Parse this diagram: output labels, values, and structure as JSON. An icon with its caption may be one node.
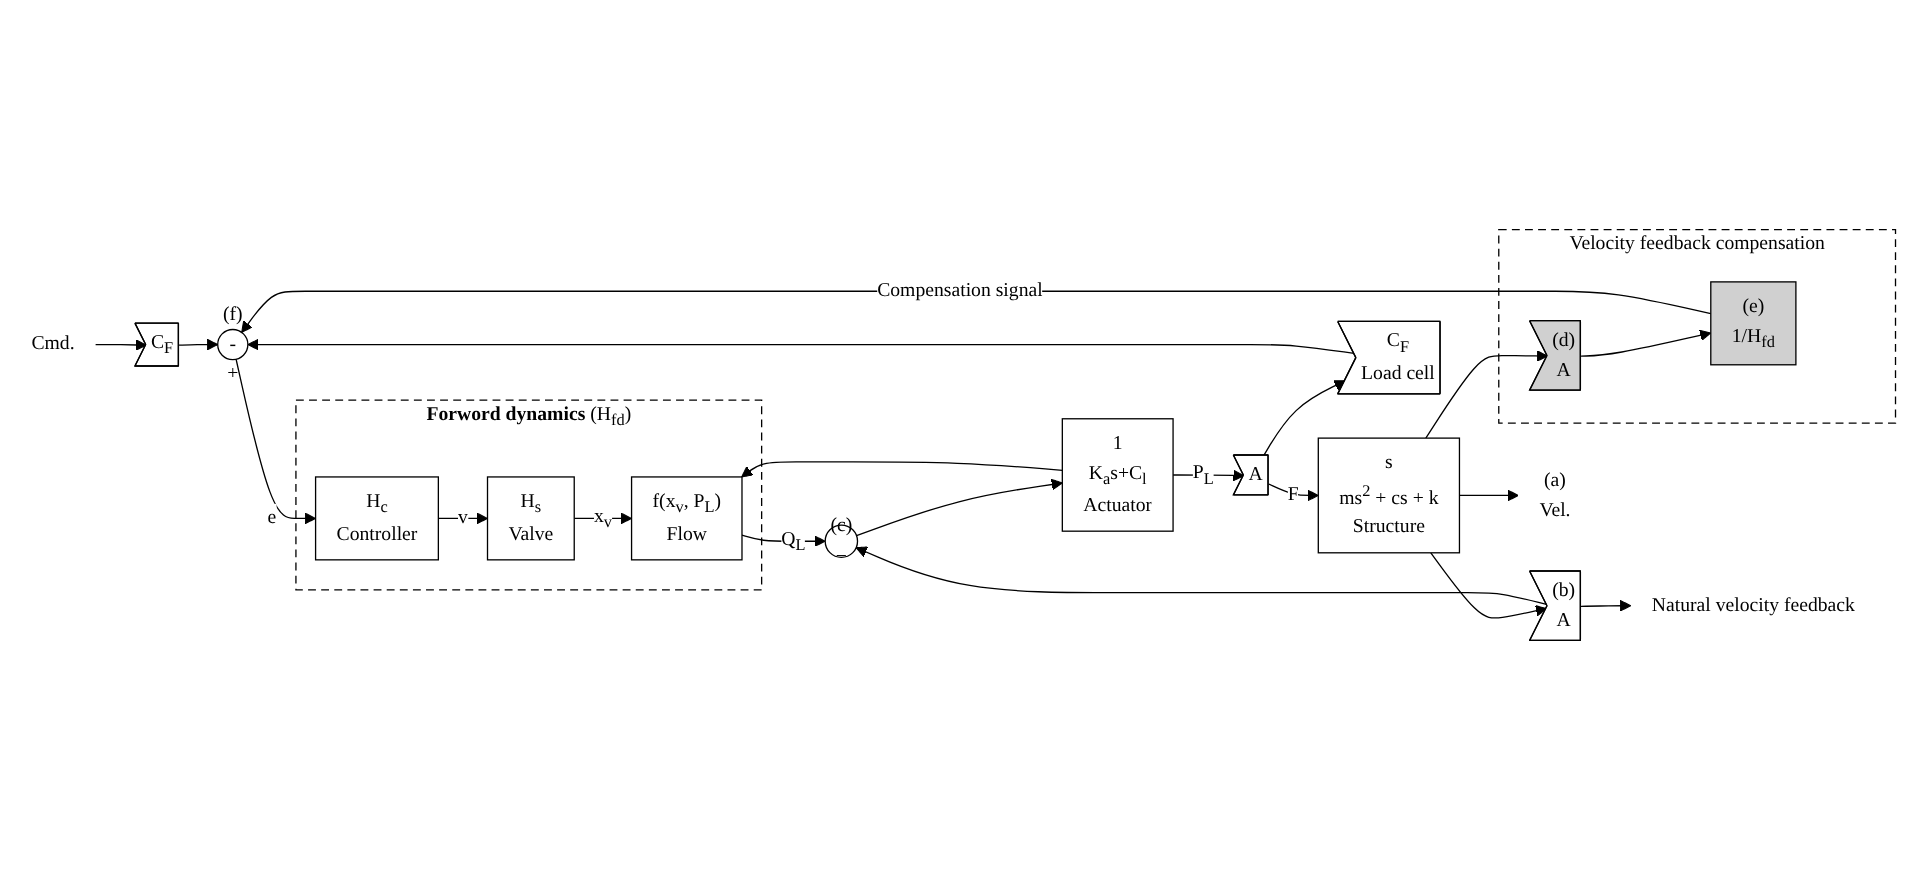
{
  "diagram": {
    "nodes": [
      {
        "text": [
          "Cmd."
        ]
      },
      {
        "text": [
          "C$_{F}$"
        ]
      },
      {
        "text": [
          "(f)",
          "-",
          "+"
        ]
      },
      {
        "text": [
          "**Forword dynamics** (H$_{fd}$)"
        ]
      },
      {
        "text": [
          "H$_{c}$",
          "Controller"
        ],
        "in": 3
      },
      {
        "text": [
          "H$_{s}$",
          "Valve"
        ],
        "in": 3
      },
      {
        "text": [
          "f(x$_{v}$, P$_{L}$)",
          "Flow"
        ],
        "in": 3
      },
      {
        "text": [
          "(c)",
          "−"
        ]
      },
      {
        "text": [
          "1",
          "K$_{a}$s+C$_{l}$",
          "Actuator"
        ]
      },
      {
        "text": [
          "A"
        ]
      },
      {
        "text": [
          "s",
          "ms$^{2}$ + cs + k",
          "Structure"
        ]
      },
      {
        "text": [
          "(a)",
          "Vel."
        ]
      },
      {
        "text": [
          "C$_{F}$",
          "Load cell"
        ]
      },
      {
        "text": [
          "(b)",
          "A"
        ]
      },
      {
        "text": [
          "Natural velocity feedback"
        ]
      },
      {
        "text": [
          "Velocity feedback compensation"
        ]
      },
      {
        "text": [
          "(d)",
          "A"
        ],
        "in": 15
      },
      {
        "text": [
          "(e)",
          "1/H$_{fd}$"
        ],
        "in": 15
      }
    ],
    "edges": [
      {
        "from": 0,
        "to": 1,
        "arrow": "to"
      },
      {
        "from": 1,
        "to": 2,
        "arrow": "to"
      },
      {
        "from": 2,
        "to": 4,
        "arrow": "to",
        "label": "e"
      },
      {
        "from": 4,
        "to": 5,
        "arrow": "to",
        "label": "v"
      },
      {
        "from": 5,
        "to": 6,
        "arrow": "to",
        "label": "x$_{v}$"
      },
      {
        "from": 6,
        "to": 7,
        "arrow": "to",
        "label": "Q$_{L}$"
      },
      {
        "from": 7,
        "to": 8,
        "arrow": "to"
      },
      {
        "from": 8,
        "to": 9,
        "arrow": "to",
        "label": "P$_{L}$"
      },
      {
        "from": 8,
        "to": 6,
        "arrow": "to"
      },
      {
        "from": 9,
        "to": 10,
        "arrow": "to",
        "label": "F"
      },
      {
        "from": 9,
        "to": 12,
        "arrow": "to"
      },
      {
        "from": 12,
        "to": 2,
        "arrow": "to"
      },
      {
        "from": 10,
        "to": 11,
        "arrow": "to"
      },
      {
        "from": 10,
        "to": 13,
        "arrow": "to"
      },
      {
        "from": 13,
        "to": 7,
        "arrow": "to"
      },
      {
        "from": 13,
        "to": 14,
        "arrow": "to"
      },
      {
        "from": 10,
        "to": 16,
        "arrow": "to"
      },
      {
        "from": 16,
        "to": 17,
        "arrow": "to"
      },
      {
        "from": 17,
        "to": 2,
        "arrow": "to",
        "label": "Compensation signal"
      }
    ]
  }
}
